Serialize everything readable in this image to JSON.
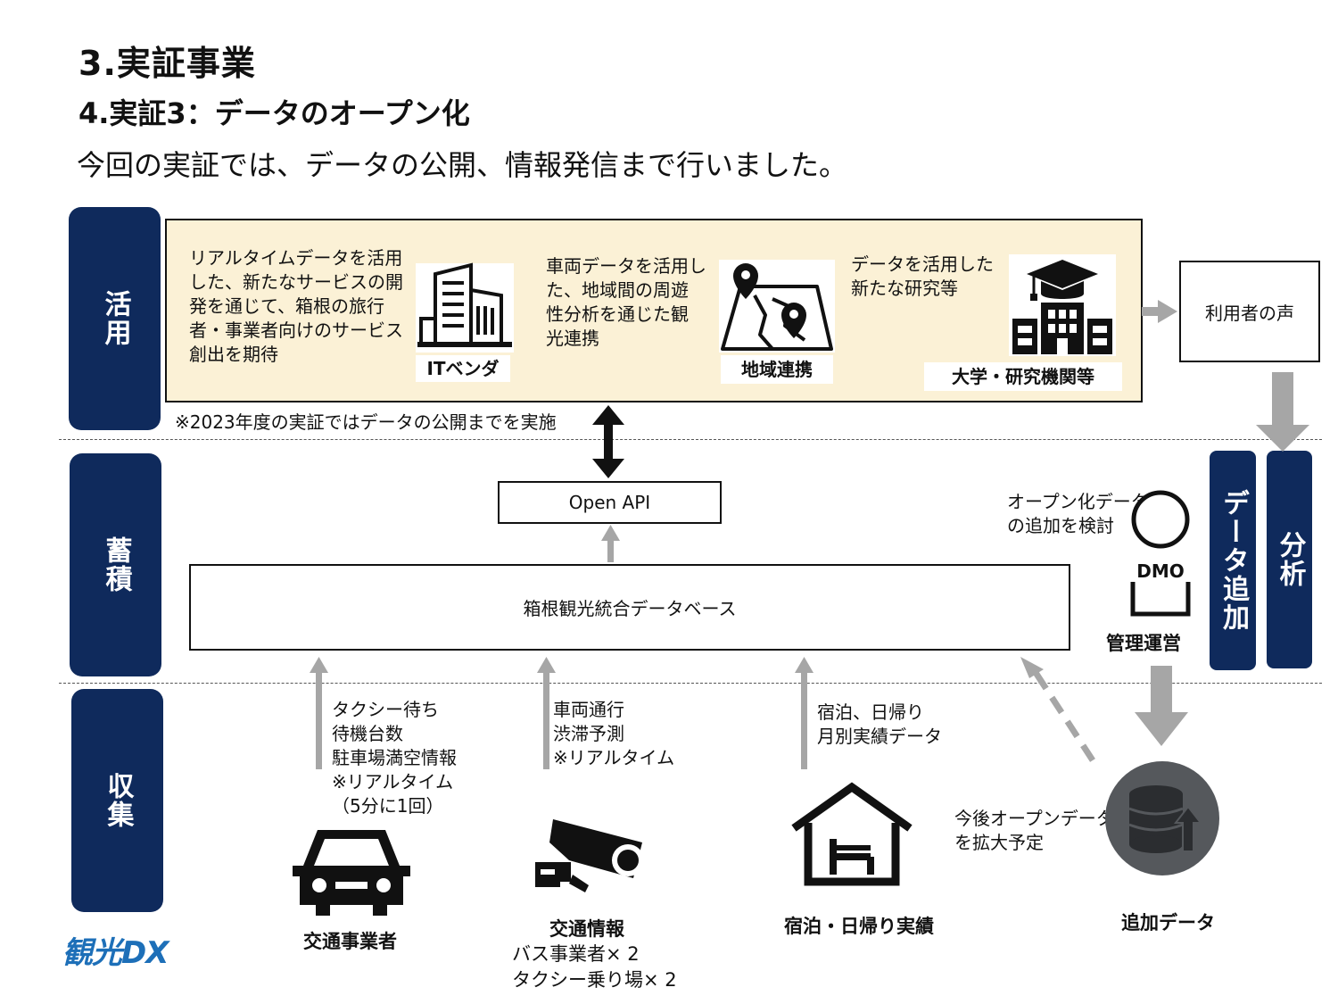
{
  "header": {
    "title": "3.実証事業",
    "subtitle": "4.実証3：データのオープン化",
    "lead": "今回の実証では、データの公開、情報発信まで行いました。"
  },
  "layers": {
    "use": "活用",
    "store": "蓄積",
    "collect": "収集",
    "data_add": "データ追加",
    "analysis": "分析"
  },
  "use": {
    "it_text": "リアルタイムデータを活用\nした、新たなサービスの開\n発を通じて、箱根の旅行\n者・事業者向けのサービス\n創出を期待",
    "it_label": "ITベンダ",
    "region_text": "車両データを活用し\nた、地域間の周遊\n性分析を通じた観\n光連携",
    "region_label": "地域連携",
    "univ_text": "データを活用した\n新たな研究等",
    "univ_label": "大学・研究機関等",
    "note": "※2023年度の実証ではデータの公開までを実施",
    "voice": "利用者の声"
  },
  "store": {
    "api": "Open API",
    "database": "箱根観光統合データベース",
    "dmo_text": "オープン化データ\nの追加を検討",
    "dmo_icon_label": "DMO",
    "dmo_label": "管理運営"
  },
  "collect": {
    "taxi_text": "タクシー待ち\n待機台数\n駐車場満空情報\n※リアルタイム\n（5分に1回）",
    "taxi_label": "交通事業者",
    "traffic_text": "車両通行\n渋滞予測\n※リアルタイム",
    "traffic_label": "交通情報",
    "traffic_sub": "バス事業者× 2\nタクシー乗り場× 2",
    "lodging_text": "宿泊、日帰り\n月別実績データ",
    "lodging_label": "宿泊・日帰り実績",
    "future_text": "今後オープンデータ\nを拡大予定",
    "future_label": "追加データ"
  },
  "logo": {
    "text": "観光DX"
  },
  "colors": {
    "navy": "#0f2a5c",
    "beige": "#fbf1d6",
    "gray_arrow": "#a6a6a6",
    "db_circle": "#55585c"
  }
}
